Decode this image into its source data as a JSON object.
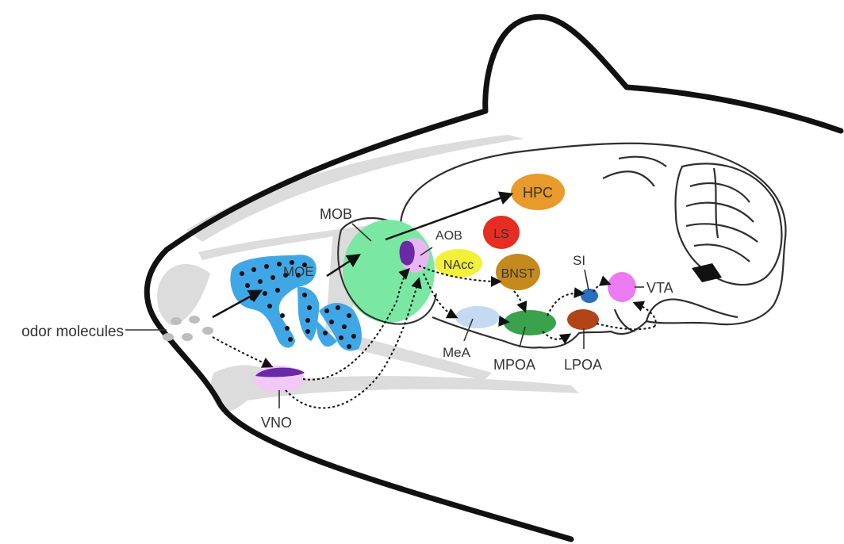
{
  "labels": {
    "odor": "odor molecules",
    "moe": "MOE",
    "mob": "MOB",
    "aob": "AOB",
    "hpc": "HPC",
    "ls": "LS",
    "nacc": "NAcc",
    "bnst": "BNST",
    "si": "SI",
    "vta": "VTA",
    "mea": "MeA",
    "mpoa": "MPOA",
    "lpoa": "LPOA",
    "vno": "VNO"
  },
  "colors": {
    "outline": "#111111",
    "brain_line": "#2e2e2e",
    "bone": "#dcdcdc",
    "moe": "#3fa7e6",
    "mob": "#7ae8a2",
    "aob_dark": "#6a2aa6",
    "aob_light": "#e8b6f3",
    "hpc": "#e89a2b",
    "ls": "#e52d22",
    "nacc": "#f3f03a",
    "bnst": "#c48a1e",
    "si": "#2a6fc0",
    "vta": "#ec7af2",
    "mea": "#c3daf2",
    "mpoa": "#3aa24a",
    "lpoa": "#b04417",
    "vno_dark": "#6a2aa6",
    "vno_light": "#f2c8f6",
    "odor_dots": "#bdbdbd"
  }
}
